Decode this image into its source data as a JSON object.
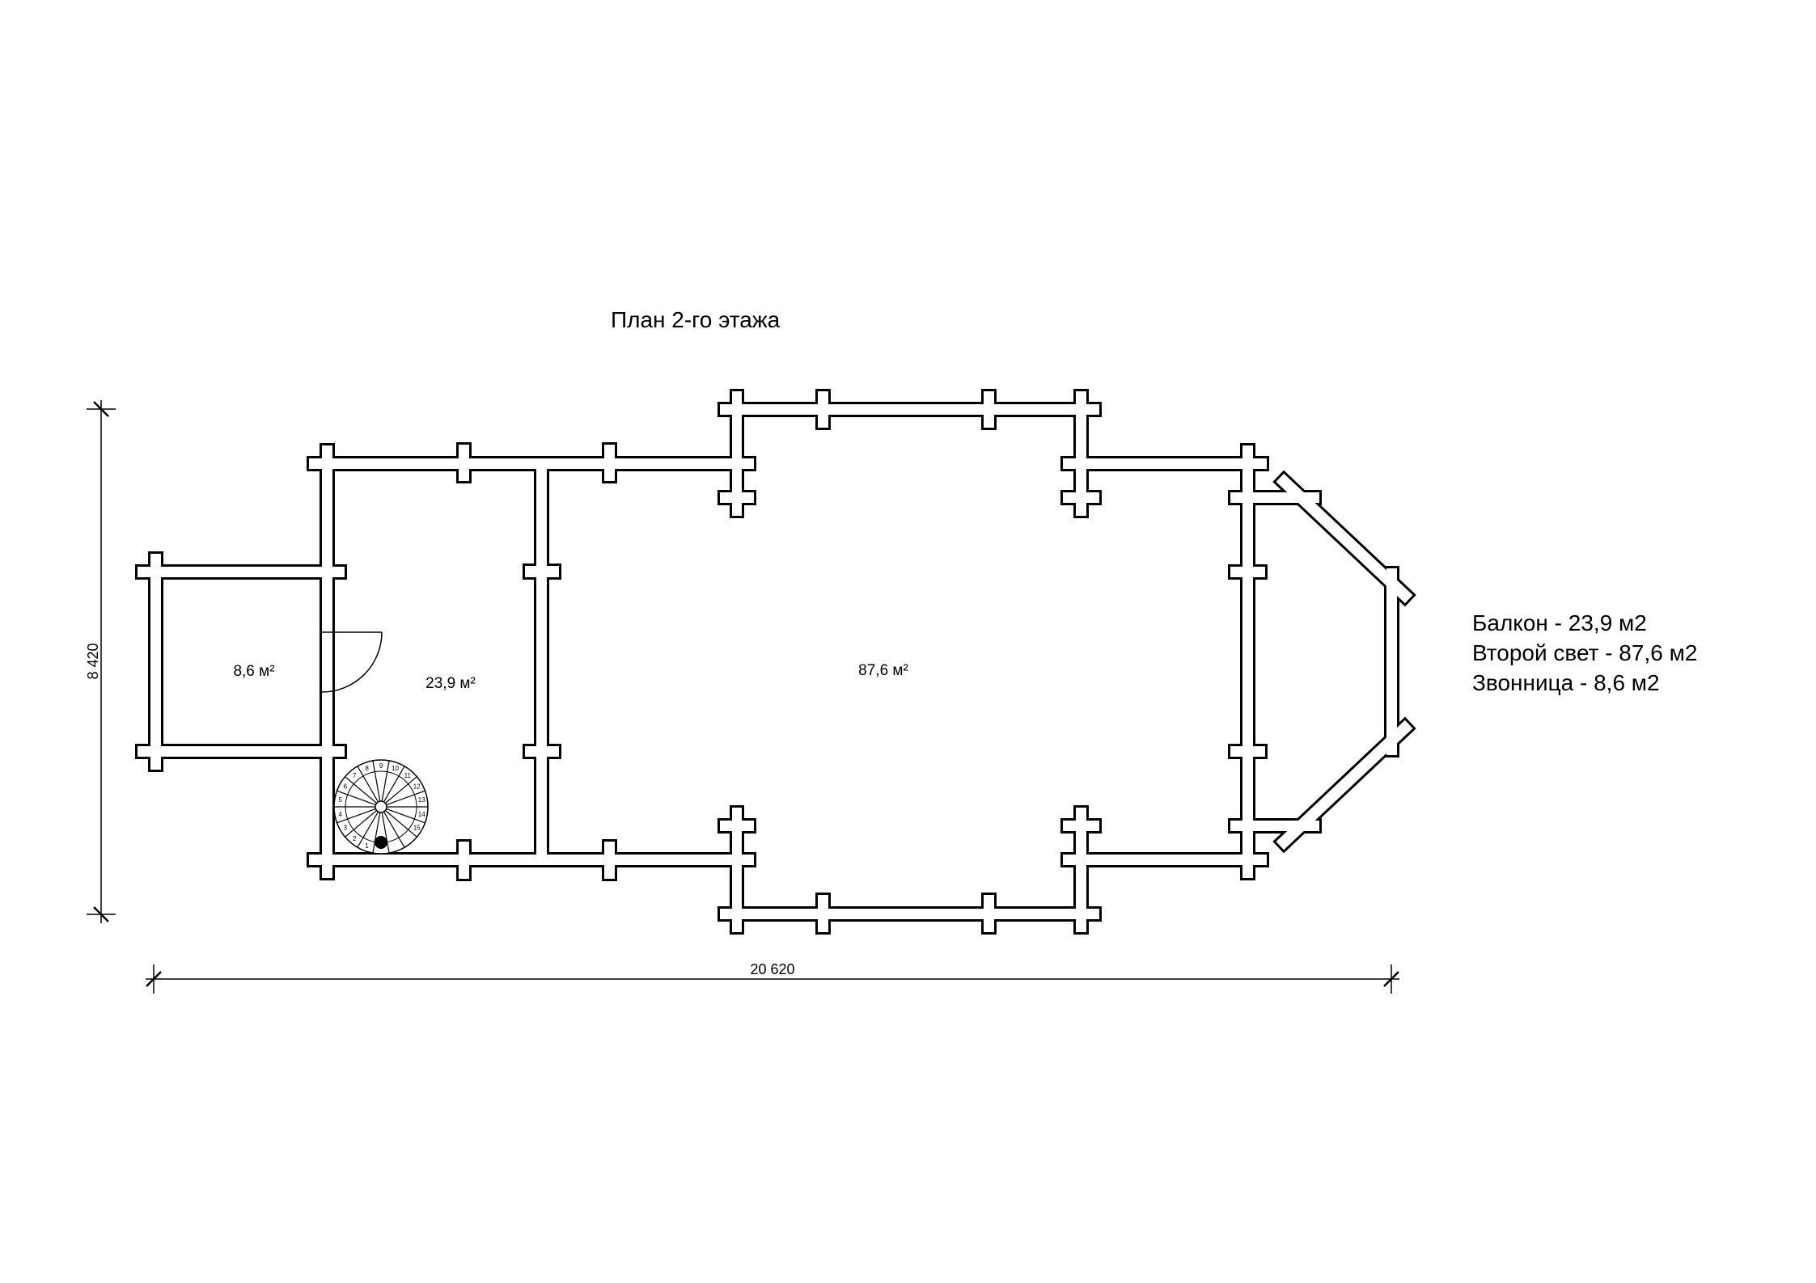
{
  "title": "План 2-го этажа",
  "dimensions": {
    "height_label": "8 420",
    "width_label": "20 620"
  },
  "rooms": {
    "bell_tower_area": "8,6 м²",
    "balcony_area": "23,9 м²",
    "hall_area": "87,6 м²"
  },
  "stair_steps": [
    "1",
    "2",
    "3",
    "4",
    "5",
    "6",
    "7",
    "8",
    "9",
    "10",
    "11",
    "12",
    "13",
    "14",
    "15"
  ],
  "legend": [
    "Балкон - 23,9 м2",
    "Второй свет - 87,6 м2",
    "Звонница - 8,6 м2"
  ],
  "colors": {
    "line": "#000000",
    "background": "#ffffff"
  }
}
